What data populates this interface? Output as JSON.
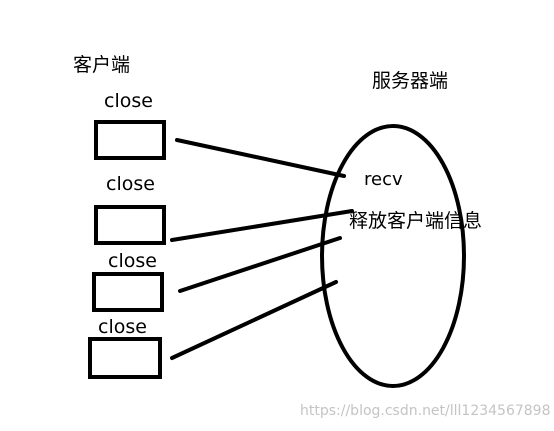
{
  "client": {
    "title": "客户端",
    "sockets": [
      {
        "label": "close"
      },
      {
        "label": "close"
      },
      {
        "label": "close"
      },
      {
        "label": "close"
      }
    ]
  },
  "server": {
    "title": "服务器端",
    "recv_label": "recv",
    "release_label": "释放客户端信息"
  },
  "watermark": "https://blog.csdn.net/lll1234567898",
  "colors": {
    "stroke": "#000000",
    "background": "#ffffff",
    "watermark": "#c4c4c4"
  }
}
